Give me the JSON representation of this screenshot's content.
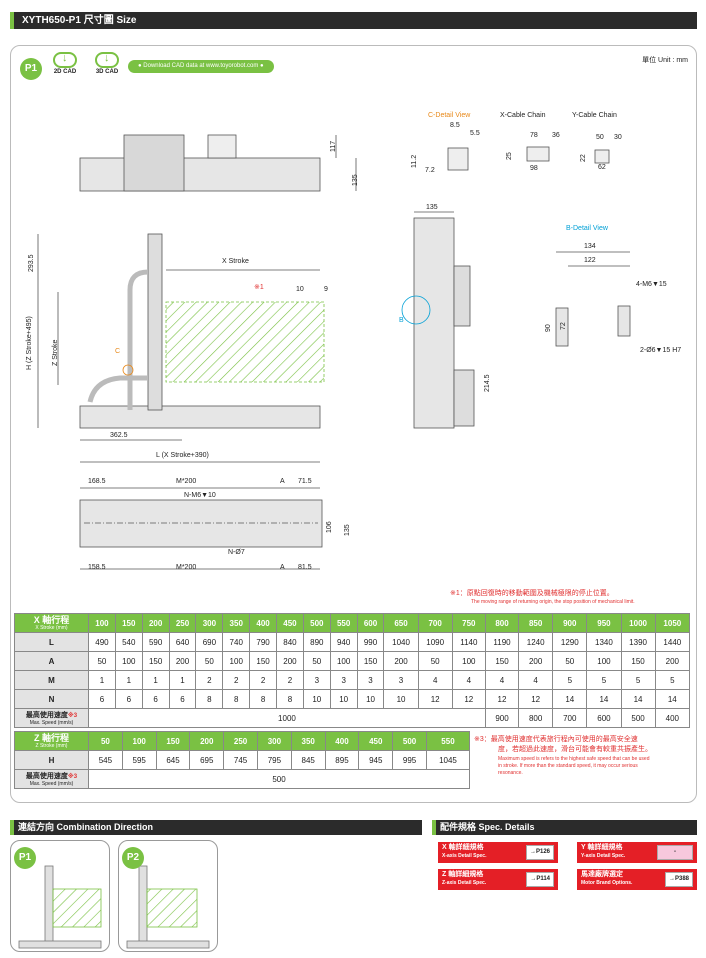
{
  "header": {
    "title": "XYTH650-P1 尺寸圖 Size"
  },
  "panel": {
    "badge": "P1",
    "cad_2d": "2D CAD",
    "cad_3d": "3D CAD",
    "download": "● Download CAD data at www.toyorobot.com ●",
    "unit": "單位 Unit : mm"
  },
  "drawing": {
    "detail_c": "C-Detail View",
    "x_chain": "X-Cable Chain",
    "y_chain": "Y-Cable Chain",
    "detail_b": "B-Detail View",
    "x_stroke": "X Stroke",
    "h_label": "H (Z Stroke+495)",
    "z_stroke": "Z Stroke",
    "l_label": "L (X Stroke+390)",
    "m_star_200_top": "M*200",
    "m_star_200_bot": "M*200",
    "nm6": "N-M6▼10",
    "nphi7": "N-Ø7",
    "m6_15": "4-M6▼15",
    "phi6_15": "2-Ø6▼15 H7",
    "mark1": "※1",
    "c_mark": "C",
    "b_mark": "B",
    "dims": {
      "d117": "117",
      "d135a": "135",
      "d8_5": "8.5",
      "d5_5": "5.5",
      "d11_2": "11.2",
      "d7_2": "7.2",
      "d78": "78",
      "d36": "36",
      "d25": "25",
      "d98": "98",
      "d50": "50",
      "d30": "30",
      "d22": "22",
      "d62": "62",
      "d135b": "135",
      "d134": "134",
      "d122": "122",
      "d90": "90",
      "d72": "72",
      "d214_5": "214.5",
      "d293_5": "293.5",
      "d10": "10",
      "d9": "9",
      "d362_5": "362.5",
      "d168_5": "168.5",
      "dA1": "A",
      "d71_5": "71.5",
      "d106": "106",
      "d135c": "135",
      "d158_5": "158.5",
      "dA2": "A",
      "d81_5": "81.5"
    }
  },
  "note1": {
    "zh": "※1：原點回復時的移動範圍及機械極限的停止位置。",
    "en": "The moving range of returning origin, the stop position of mechanical limit."
  },
  "table1": {
    "head_main": "X 軸行程",
    "head_sub": "X Stroke (mm)",
    "strokes": [
      "100",
      "150",
      "200",
      "250",
      "300",
      "350",
      "400",
      "450",
      "500",
      "550",
      "600",
      "650",
      "700",
      "750",
      "800",
      "850",
      "900",
      "950",
      "1000",
      "1050"
    ],
    "rows": [
      {
        "label": "L",
        "values": [
          "490",
          "540",
          "590",
          "640",
          "690",
          "740",
          "790",
          "840",
          "890",
          "940",
          "990",
          "1040",
          "1090",
          "1140",
          "1190",
          "1240",
          "1290",
          "1340",
          "1390",
          "1440"
        ]
      },
      {
        "label": "A",
        "values": [
          "50",
          "100",
          "150",
          "200",
          "50",
          "100",
          "150",
          "200",
          "50",
          "100",
          "150",
          "200",
          "50",
          "100",
          "150",
          "200",
          "50",
          "100",
          "150",
          "200"
        ]
      },
      {
        "label": "M",
        "values": [
          "1",
          "1",
          "1",
          "1",
          "2",
          "2",
          "2",
          "2",
          "3",
          "3",
          "3",
          "3",
          "4",
          "4",
          "4",
          "4",
          "5",
          "5",
          "5",
          "5"
        ]
      },
      {
        "label": "N",
        "values": [
          "6",
          "6",
          "6",
          "6",
          "8",
          "8",
          "8",
          "8",
          "10",
          "10",
          "10",
          "10",
          "12",
          "12",
          "12",
          "12",
          "14",
          "14",
          "14",
          "14"
        ]
      }
    ],
    "speed_main": "最高使用速度",
    "speed_mark": "※3",
    "speed_sub": "Max. Speed (mm/s)",
    "speed_common": "1000",
    "speed_tail": [
      "900",
      "800",
      "700",
      "600",
      "500",
      "400"
    ]
  },
  "table2": {
    "head_main": "Z 軸行程",
    "head_sub": "Z Stroke (mm)",
    "strokes": [
      "50",
      "100",
      "150",
      "200",
      "250",
      "300",
      "350",
      "400",
      "450",
      "500",
      "550"
    ],
    "h_label": "H",
    "h_values": [
      "545",
      "595",
      "645",
      "695",
      "745",
      "795",
      "845",
      "895",
      "945",
      "995",
      "1045"
    ],
    "speed_main": "最高使用速度",
    "speed_mark": "※3",
    "speed_sub": "Max. Speed (mm/s)",
    "speed_value": "500"
  },
  "note3": {
    "zh1": "※3：最高使用速度代表旅行程內可使用的最高安全速",
    "zh2": "度，若超過此速度，滑台可能會有較重共振產生。",
    "en1": "Maximum speed is refers to the highest safe speed that can be used",
    "en2": "in stroke. If more than the standard speed, it may occur serious",
    "en3": "resonance."
  },
  "combo": {
    "title": "連結方向 Combination Direction",
    "p1": "P1",
    "p2": "P2"
  },
  "details": {
    "title": "配件規格 Spec. Details",
    "x": {
      "zh": "X 軸詳細規格",
      "en": "X-axis Detail Spec.",
      "ref": "→P126"
    },
    "y": {
      "zh": "Y 軸詳細規格",
      "en": "Y-axis Detail Spec.",
      "ref": "-"
    },
    "z": {
      "zh": "Z 軸詳細規格",
      "en": "Z-axis Detail Spec.",
      "ref": "→P114"
    },
    "motor": {
      "zh": "馬達廠牌選定",
      "en": "Motor Brand Options.",
      "ref": "→P388"
    }
  },
  "colors": {
    "green": "#7ac143",
    "dark": "#2b2b2b",
    "red": "#e41f26",
    "orange": "#e8891a",
    "cyan": "#00a0d6"
  }
}
